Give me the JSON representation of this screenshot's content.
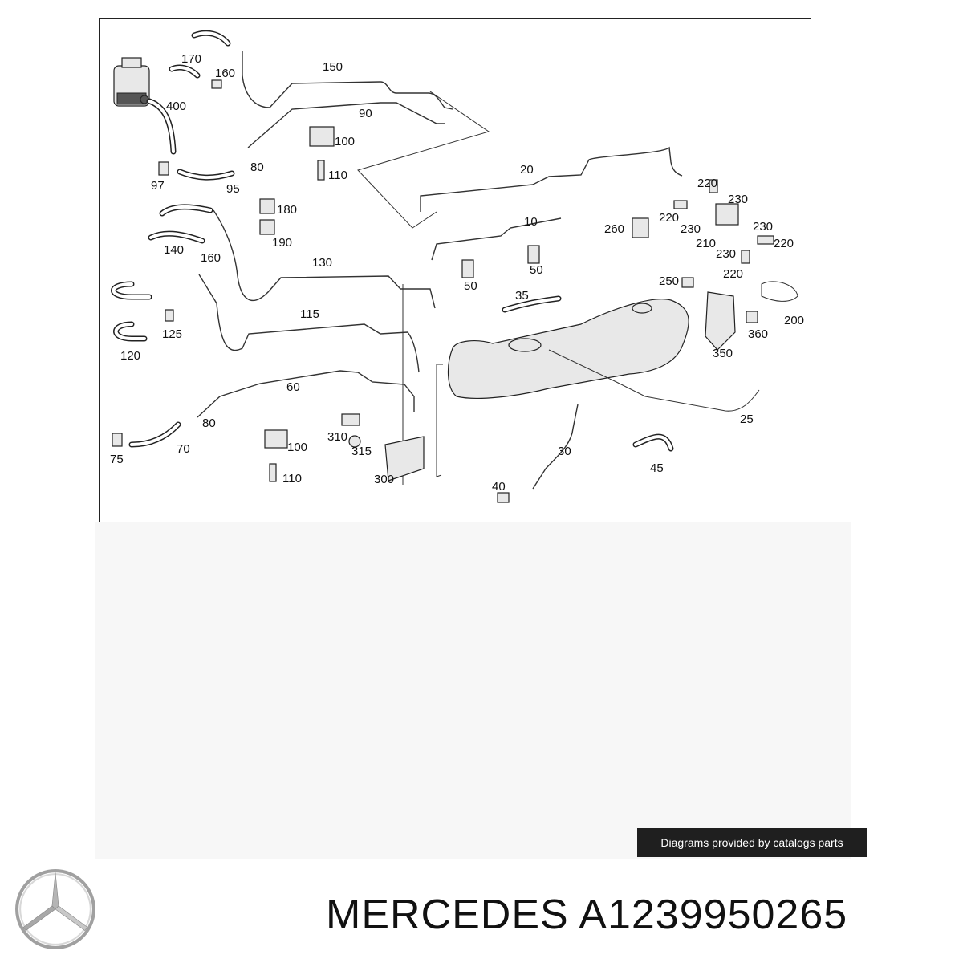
{
  "diagram": {
    "callouts": [
      "170",
      "160",
      "150",
      "400",
      "90",
      "100",
      "80",
      "97",
      "95",
      "110",
      "20",
      "220",
      "230",
      "180",
      "10",
      "260",
      "220",
      "230",
      "230",
      "140",
      "160",
      "190",
      "210",
      "220",
      "130",
      "50",
      "50",
      "230",
      "220",
      "35",
      "250",
      "200",
      "115",
      "125",
      "120",
      "360",
      "350",
      "60",
      "25",
      "80",
      "310",
      "100",
      "75",
      "70",
      "315",
      "30",
      "45",
      "300",
      "110",
      "40"
    ]
  },
  "footer": {
    "badge": "Diagrams provided by catalogs parts",
    "brand": "MERCEDES",
    "part_number": "A1239950265",
    "title": "MERCEDES A1239950265"
  },
  "logo": {
    "icon": "mercedes-star-icon"
  }
}
